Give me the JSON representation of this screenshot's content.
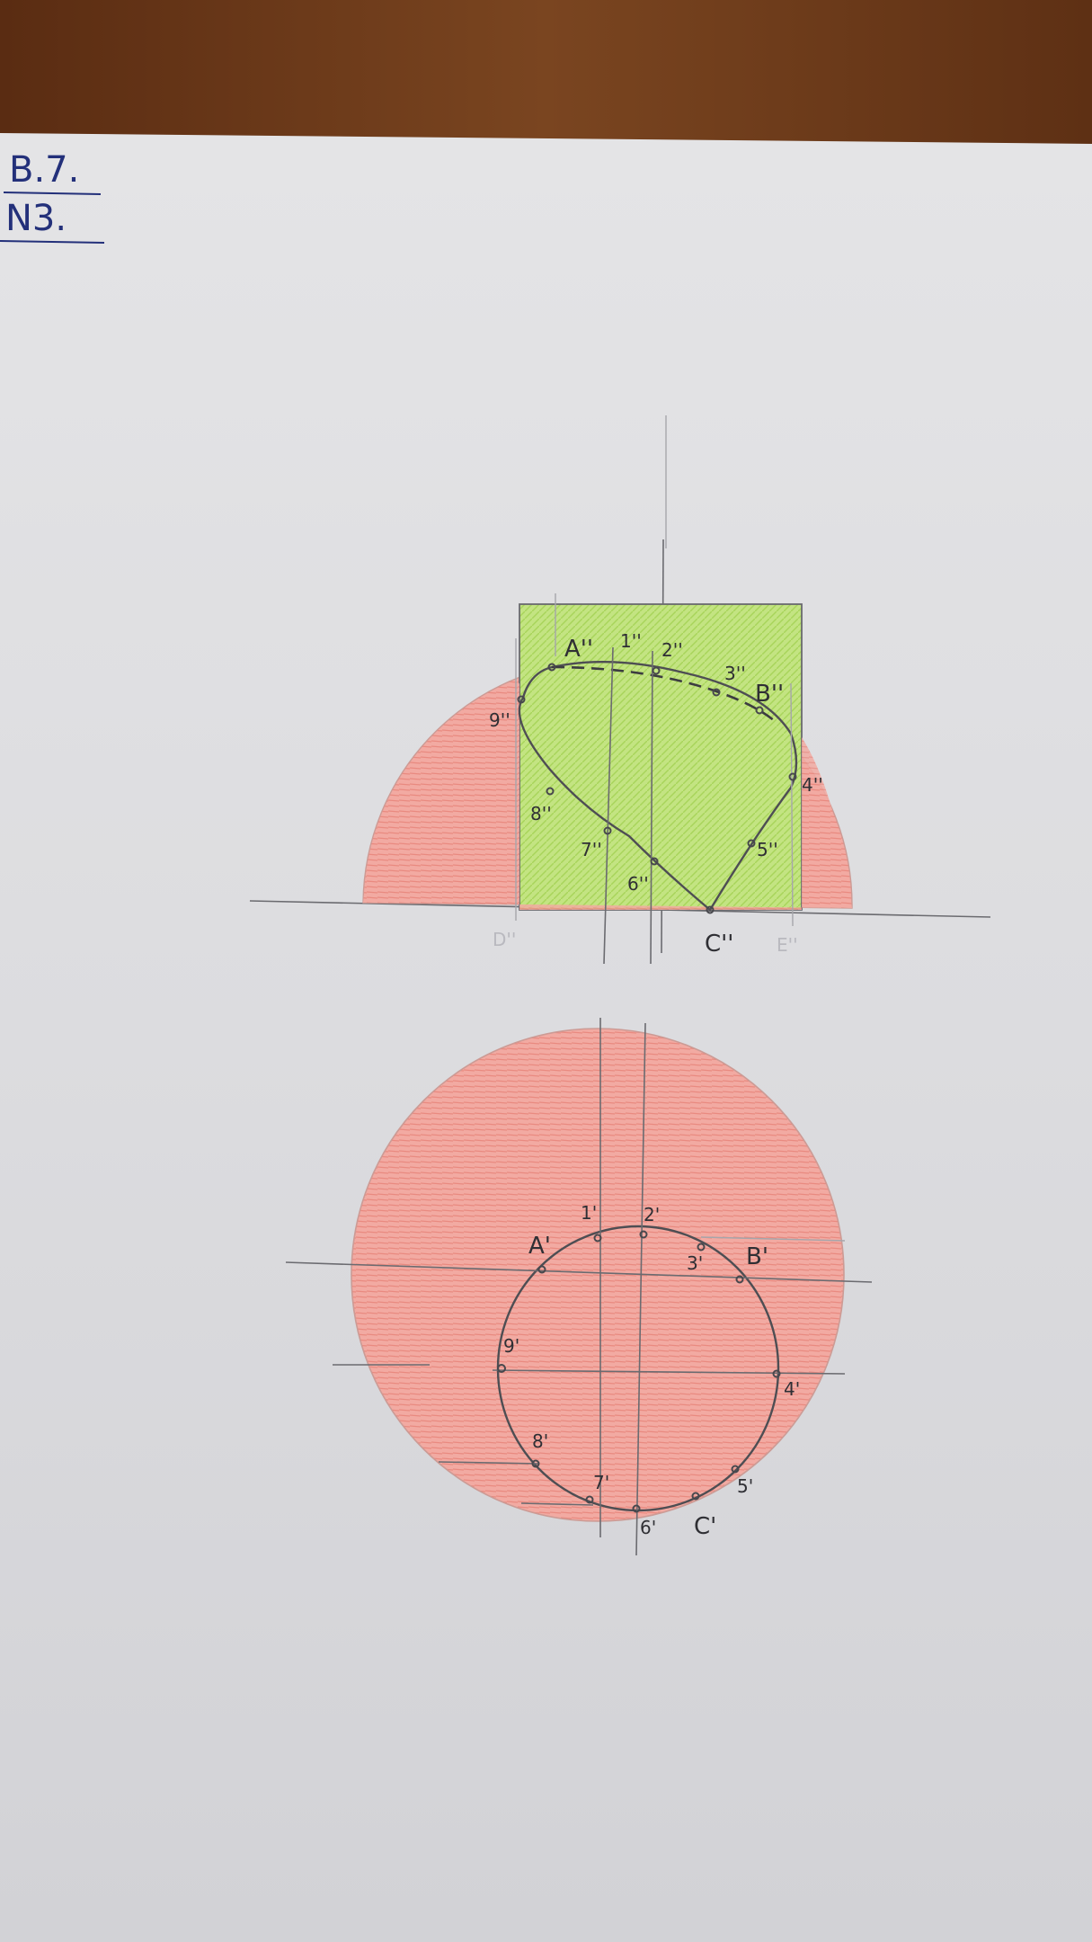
{
  "corner_note": {
    "line1": "B.7.",
    "line2": "N3."
  },
  "colors": {
    "wood": "#6b3a18",
    "paper": "#dedee0",
    "sphere_fill": "#f1a39c",
    "section_fill": "#bfe37a",
    "ink": "#23307a",
    "pencil": "#4e4e53"
  },
  "front_view": {
    "labels": {
      "A": "A''",
      "B": "B''",
      "C": "C''",
      "p1": "1''",
      "p2": "2''",
      "p3": "3''",
      "p4": "4''",
      "p5": "5''",
      "p6": "6''",
      "p7": "7''",
      "p8": "8''",
      "p9": "9''",
      "D": "D''",
      "E": "E''"
    }
  },
  "top_view": {
    "labels": {
      "A": "A'",
      "B": "B'",
      "C": "C'",
      "p1": "1'",
      "p2": "2'",
      "p3": "3'",
      "p4": "4'",
      "p5": "5'",
      "p6": "6'",
      "p7": "7'",
      "p8": "8'",
      "p9": "9'"
    }
  }
}
